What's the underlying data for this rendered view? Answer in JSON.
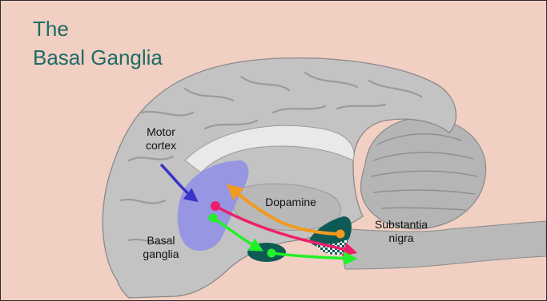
{
  "title": {
    "line1": "The",
    "line2": "Basal Ganglia"
  },
  "labels": {
    "motor_cortex_line1": "Motor",
    "motor_cortex_line2": "cortex",
    "dopamine": "Dopamine",
    "substantia_nigra_line1": "Substantia",
    "substantia_nigra_line2": "nigra",
    "basal_ganglia_line1": "Basal",
    "basal_ganglia_line2": "ganglia"
  },
  "colors": {
    "background": "#f1cfc3",
    "title": "#1d6b66",
    "brain": "#c3c3c3",
    "brain_outline": "#8a8a8a",
    "basal_ganglia_region": "#8f8fe6",
    "substantia_nigra_region": "#0e5a55",
    "motor_cortex_arrow": "#3a33c9",
    "dopamine_arrow": "#f39a1e",
    "red_arrow": "#ee1f6a",
    "green_arrow": "#22f028"
  }
}
